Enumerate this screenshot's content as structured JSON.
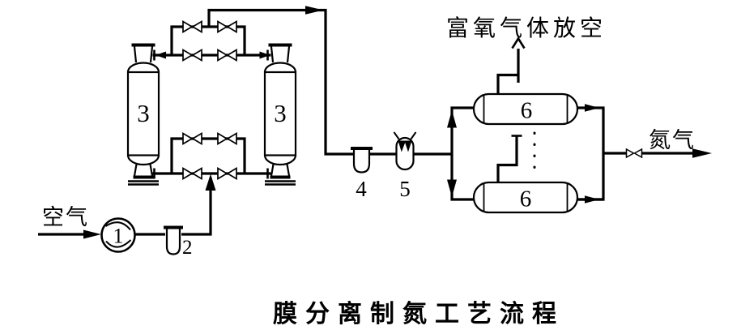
{
  "colors": {
    "line": "#000000",
    "background": "#ffffff"
  },
  "labels": {
    "air_inlet": "空气",
    "compressor": "1",
    "inlet_filter": "2",
    "tower_left": "3",
    "tower_right": "3",
    "line_filter": "4",
    "heater": "5",
    "membrane_top": "6",
    "membrane_bottom": "6",
    "vent": "富氧气体放空",
    "nitrogen_outlet": "氮气",
    "title": "膜分离制氮工艺流程"
  }
}
